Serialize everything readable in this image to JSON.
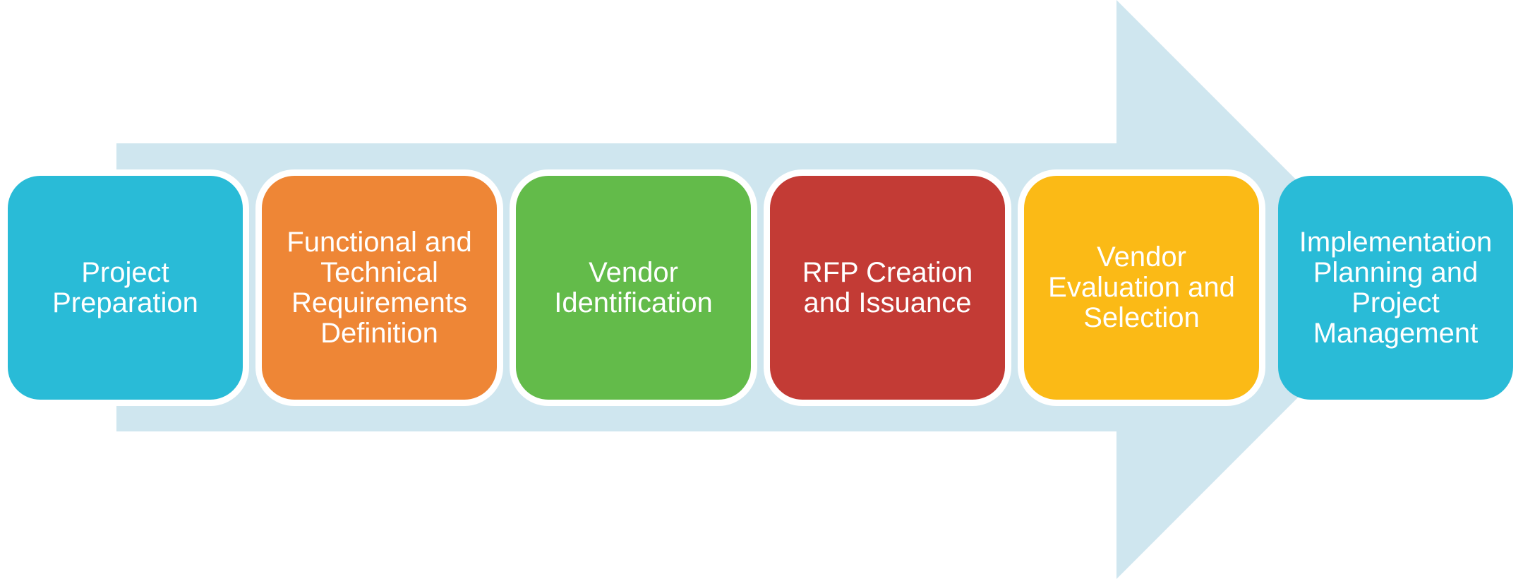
{
  "diagram": {
    "type": "process-flow",
    "arrow_color": "#CFE6EF",
    "steps": [
      {
        "label": "Project\nPreparation",
        "color": "#29BBD7"
      },
      {
        "label": "Functional and\nTechnical\nRequirements\nDefinition",
        "color": "#EE8636"
      },
      {
        "label": "Vendor\nIdentification",
        "color": "#63BB4A"
      },
      {
        "label": "RFP Creation\nand Issuance",
        "color": "#C33B35"
      },
      {
        "label": "Vendor\nEvaluation and\nSelection",
        "color": "#FBBA16"
      },
      {
        "label": "Implementation\nPlanning and\nProject\nManagement",
        "color": "#29BBD7"
      }
    ]
  }
}
